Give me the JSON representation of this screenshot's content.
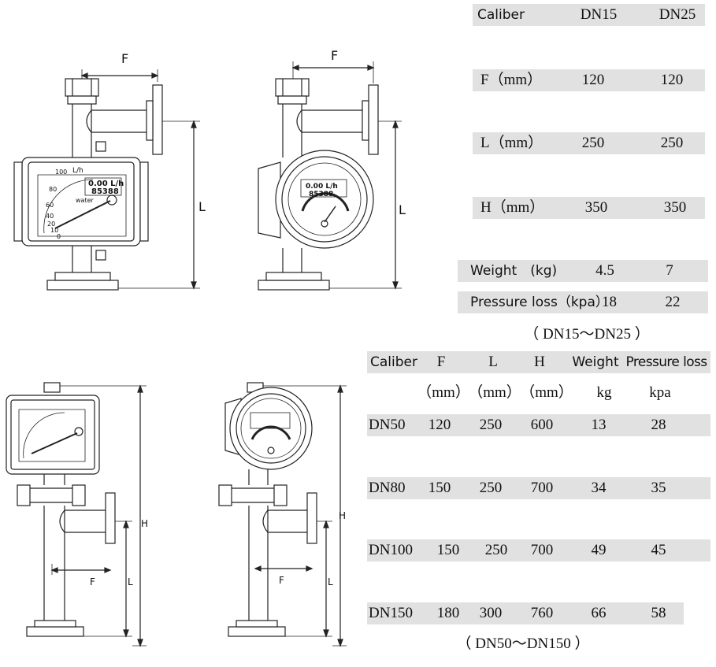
{
  "drawings": {
    "dim_F": "F",
    "dim_L": "L",
    "dim_H": "H",
    "unit_lh": "L/h",
    "display_rate": "0.00 L/h",
    "display_total": "85388",
    "scale_ticks": [
      "100",
      "80",
      "60",
      "40",
      "20",
      "10",
      "0"
    ],
    "medium": "water"
  },
  "table_small": {
    "rows": [
      {
        "label": "Caliber",
        "dn15": "DN15",
        "dn25": "DN25"
      },
      {
        "label": "F（mm）",
        "dn15": "120",
        "dn25": "120"
      },
      {
        "label": "L（mm）",
        "dn15": "250",
        "dn25": "250"
      },
      {
        "label": "H（mm）",
        "dn15": "350",
        "dn25": "350"
      },
      {
        "label": "Weight　(kg)",
        "dn15": "4.5",
        "dn25": "7"
      },
      {
        "label": "Pressure loss（kpa）",
        "dn15": "18",
        "dn25": "22"
      }
    ],
    "note": "（ DN15～DN25 ）"
  },
  "table_large": {
    "headers": [
      "Caliber",
      "F",
      "L",
      "H",
      "Weight",
      "Pressure loss"
    ],
    "units": [
      "",
      "（mm）",
      "（mm）",
      "（mm）",
      "kg",
      "kpa"
    ],
    "rows": [
      [
        "DN50",
        "120",
        "250",
        "600",
        "13",
        "28"
      ],
      [
        "DN80",
        "150",
        "250",
        "700",
        "34",
        "35"
      ],
      [
        "DN100",
        "150",
        "250",
        "700",
        "49",
        "45"
      ],
      [
        "DN150",
        "180",
        "300",
        "760",
        "66",
        "58"
      ]
    ],
    "note": "（ DN50～DN150 ）"
  }
}
